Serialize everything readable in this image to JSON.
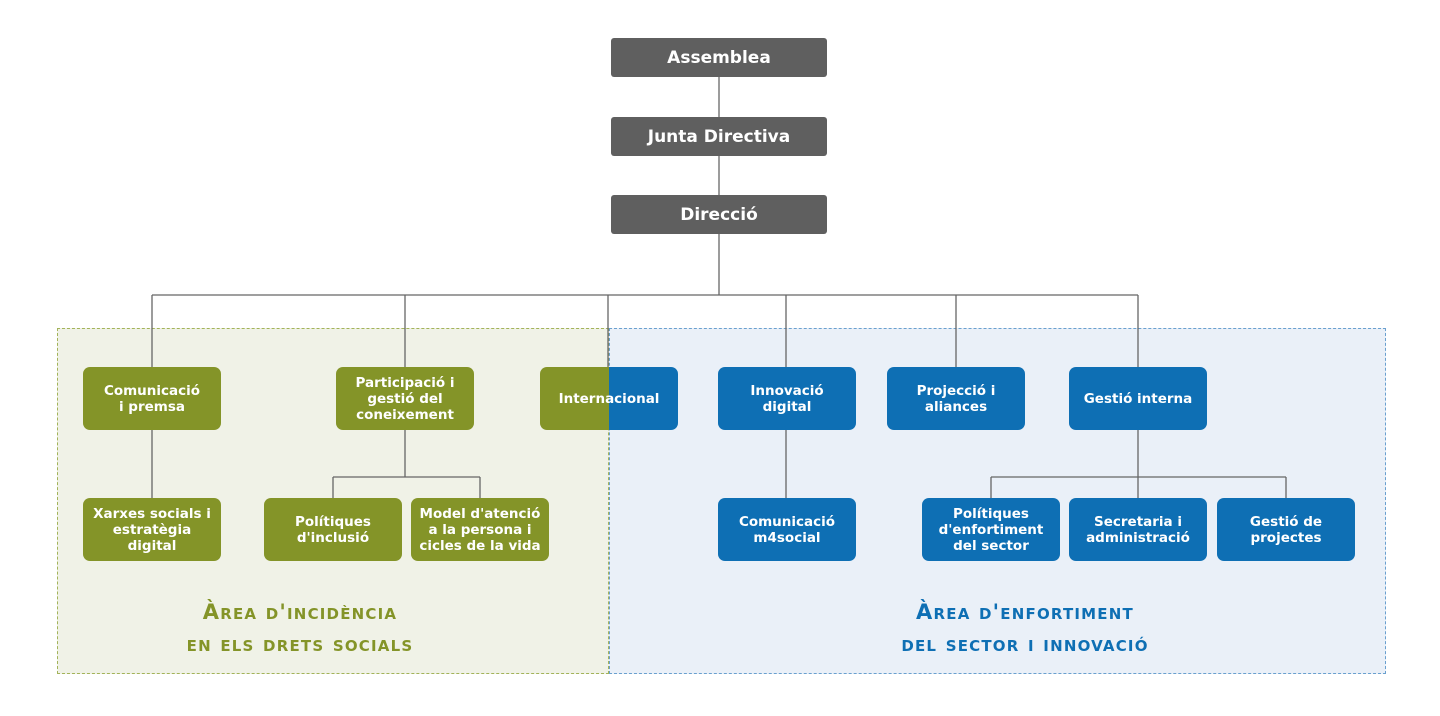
{
  "top": {
    "assemblea": "Assemblea",
    "junta": "Junta Directiva",
    "direccio": "Direcció"
  },
  "units": {
    "comunicacio": "Comunicació\ni premsa",
    "participacio": "Participació i\ngestió del\nconeixement",
    "internacional": "Internacional",
    "innovacio": "Innovació\ndigital",
    "projeccio": "Projecció i\naliances",
    "gestio_interna": "Gestió interna"
  },
  "subunits": {
    "xarxes": "Xarxes socials i\nestratègia digital",
    "politiques_inclusio": "Polítiques\nd'inclusió",
    "model_atencio": "Model d'atenció\na la persona i\ncicles de la vida",
    "comunicacio_m4social": "Comunicació\nm4social",
    "politiques_enfortiment": "Polítiques\nd'enfortiment\ndel sector",
    "secretaria": "Secretaria i\nadministració",
    "gestio_projectes": "Gestió de\nprojectes"
  },
  "areas": {
    "left_title": "Àrea d'incidència\nen els drets socials",
    "right_title": "Àrea d'enfortiment\ndel sector i innovació"
  },
  "colors": {
    "gray": "#5f5f5f",
    "green": "#849428",
    "blue": "#0e6fb4",
    "line": "#666666"
  }
}
